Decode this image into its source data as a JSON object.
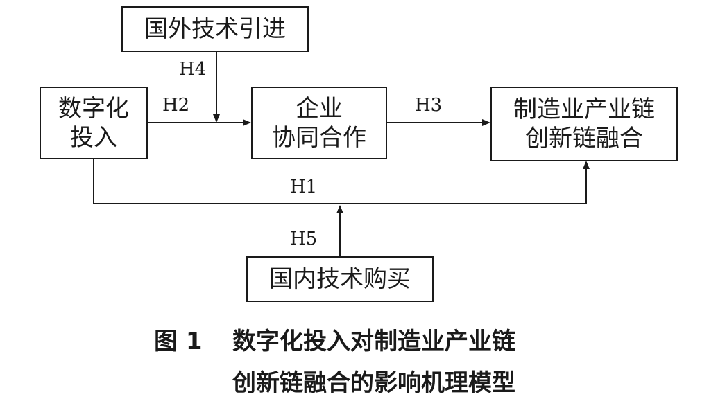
{
  "nodes": {
    "foreign_tech": {
      "lines": [
        "国外技术引进"
      ]
    },
    "digital_input": {
      "lines": [
        "数字化",
        "投入"
      ]
    },
    "enterprise_coop": {
      "lines": [
        "企业",
        "协同合作"
      ]
    },
    "chain_fusion": {
      "lines": [
        "制造业产业链",
        "创新链融合"
      ]
    },
    "domestic_tech": {
      "lines": [
        "国内技术购买"
      ]
    }
  },
  "edges": {
    "h1": "H1",
    "h2": "H2",
    "h3": "H3",
    "h4": "H4",
    "h5": "H5"
  },
  "caption": {
    "number": "图 1",
    "line1": "数字化投入对制造业产业链",
    "line2": "创新链融合的影响机理模型"
  },
  "colors": {
    "ink": "#1a1a1a",
    "background": "#ffffff"
  }
}
